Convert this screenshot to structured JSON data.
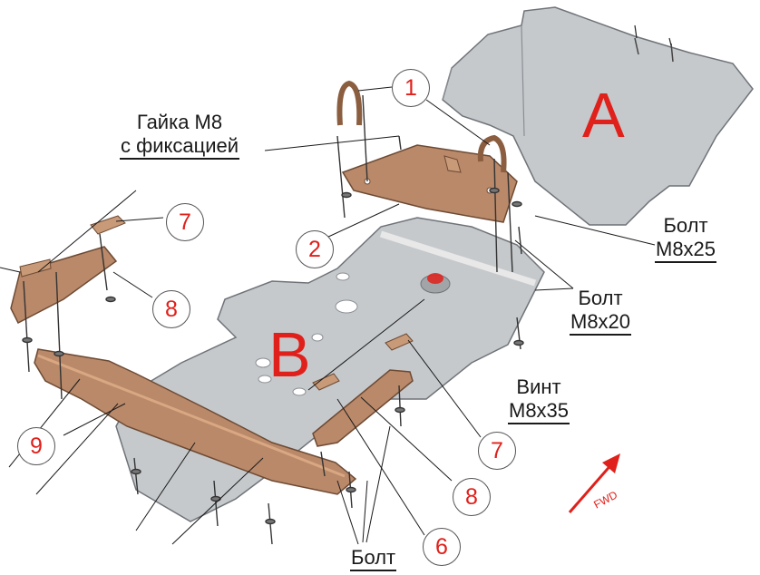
{
  "parts": {
    "plate_a": "A",
    "plate_b": "B"
  },
  "callouts": [
    {
      "id": "c1",
      "number": "1"
    },
    {
      "id": "c2",
      "number": "2"
    },
    {
      "id": "c6",
      "number": "6"
    },
    {
      "id": "c7a",
      "number": "7"
    },
    {
      "id": "c7b",
      "number": "7"
    },
    {
      "id": "c8a",
      "number": "8"
    },
    {
      "id": "c8b",
      "number": "8"
    },
    {
      "id": "c9",
      "number": "9"
    }
  ],
  "labels": {
    "nut_line1": "Гайка M8",
    "nut_line2": "с фиксацией",
    "bolt_m8x25_line1": "Болт",
    "bolt_m8x25_line2": "M8x25",
    "bolt_m8x20_line1": "Болт",
    "bolt_m8x20_line2": "M8x20",
    "screw_line1": "Винт",
    "screw_line2": "M8x35",
    "bolt_bottom": "Болт"
  },
  "direction": {
    "fwd_label": "FWD"
  },
  "colors": {
    "plate_fill": "#c6c9cc",
    "plate_stroke": "#6f7378",
    "bracket_fill": "#b9896a",
    "bracket_stroke": "#6d4a33",
    "accent_red": "#e0201b",
    "leader": "#1a1a1a"
  }
}
